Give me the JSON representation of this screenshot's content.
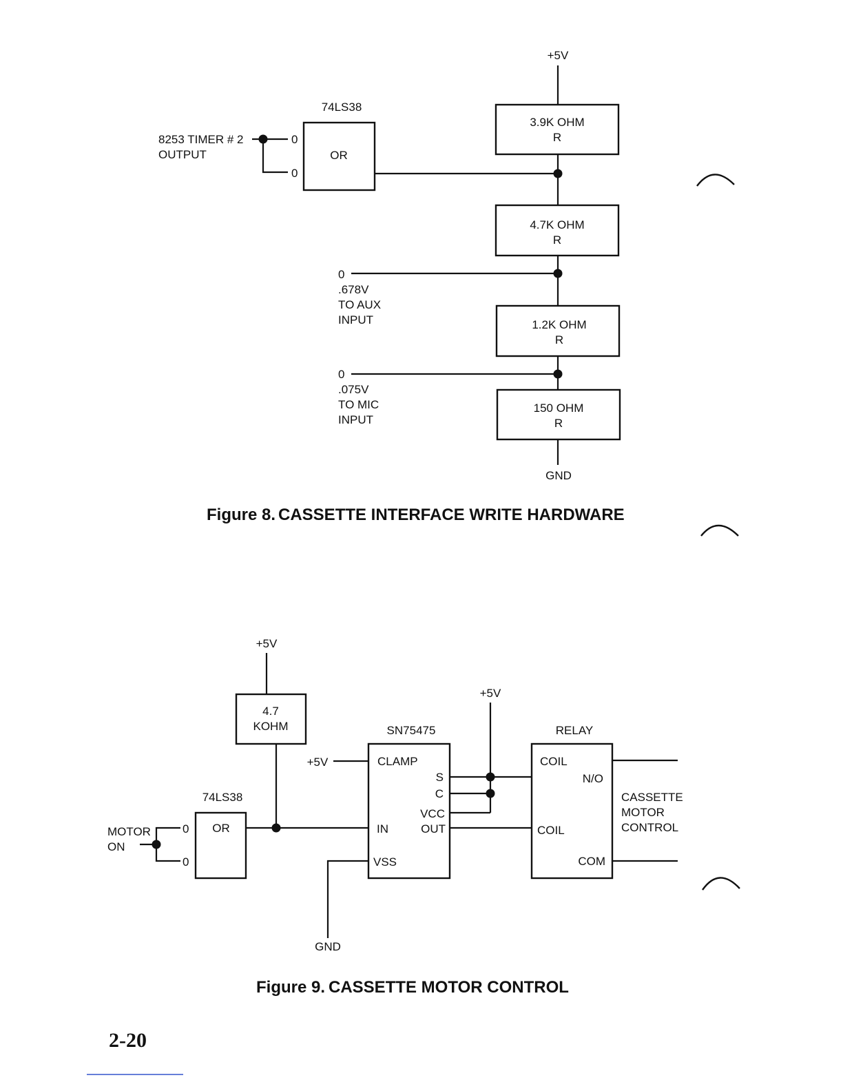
{
  "figure8": {
    "vcc": "+5V",
    "gate_part": "74LS38",
    "gate_label": "OR",
    "input_label_1": "8253 TIMER # 2",
    "input_label_2": "OUTPUT",
    "pin_a": "0",
    "pin_b": "0",
    "r1": {
      "value": "3.9K OHM",
      "sym": "R"
    },
    "r2": {
      "value": "4.7K OHM",
      "sym": "R"
    },
    "r3": {
      "value": "1.2K OHM",
      "sym": "R"
    },
    "r4": {
      "value": "150 OHM",
      "sym": "R"
    },
    "aux": {
      "pin": "0",
      "voltage": ".678V",
      "line1": "TO AUX",
      "line2": "INPUT"
    },
    "mic": {
      "pin": "0",
      "voltage": ".075V",
      "line1": "TO MIC",
      "line2": "INPUT"
    },
    "gnd": "GND",
    "caption_num": "Figure 8.",
    "caption_text": "CASSETTE INTERFACE WRITE HARDWARE"
  },
  "figure9": {
    "vcc_pullup": "+5V",
    "pullup_1": "4.7",
    "pullup_2": "KOHM",
    "vcc_driver": "+5V",
    "driver_part": "SN75475",
    "clamp_vcc": "+5V",
    "pins": {
      "clamp": "CLAMP",
      "s": "S",
      "c": "C",
      "vcc": "VCC",
      "in": "IN",
      "out": "OUT",
      "vss": "VSS"
    },
    "gnd": "GND",
    "gate_part": "74LS38",
    "gate_label": "OR",
    "motor_1": "MOTOR",
    "motor_2": "ON",
    "pin_a": "0",
    "pin_b": "0",
    "relay": {
      "title": "RELAY",
      "coil_top": "COIL",
      "coil_bottom": "COIL",
      "no": "N/O",
      "com": "COM"
    },
    "out_1": "CASSETTE",
    "out_2": "MOTOR",
    "out_3": "CONTROL",
    "caption_num": "Figure 9.",
    "caption_text": "CASSETTE MOTOR CONTROL"
  },
  "page_number": "2-20"
}
